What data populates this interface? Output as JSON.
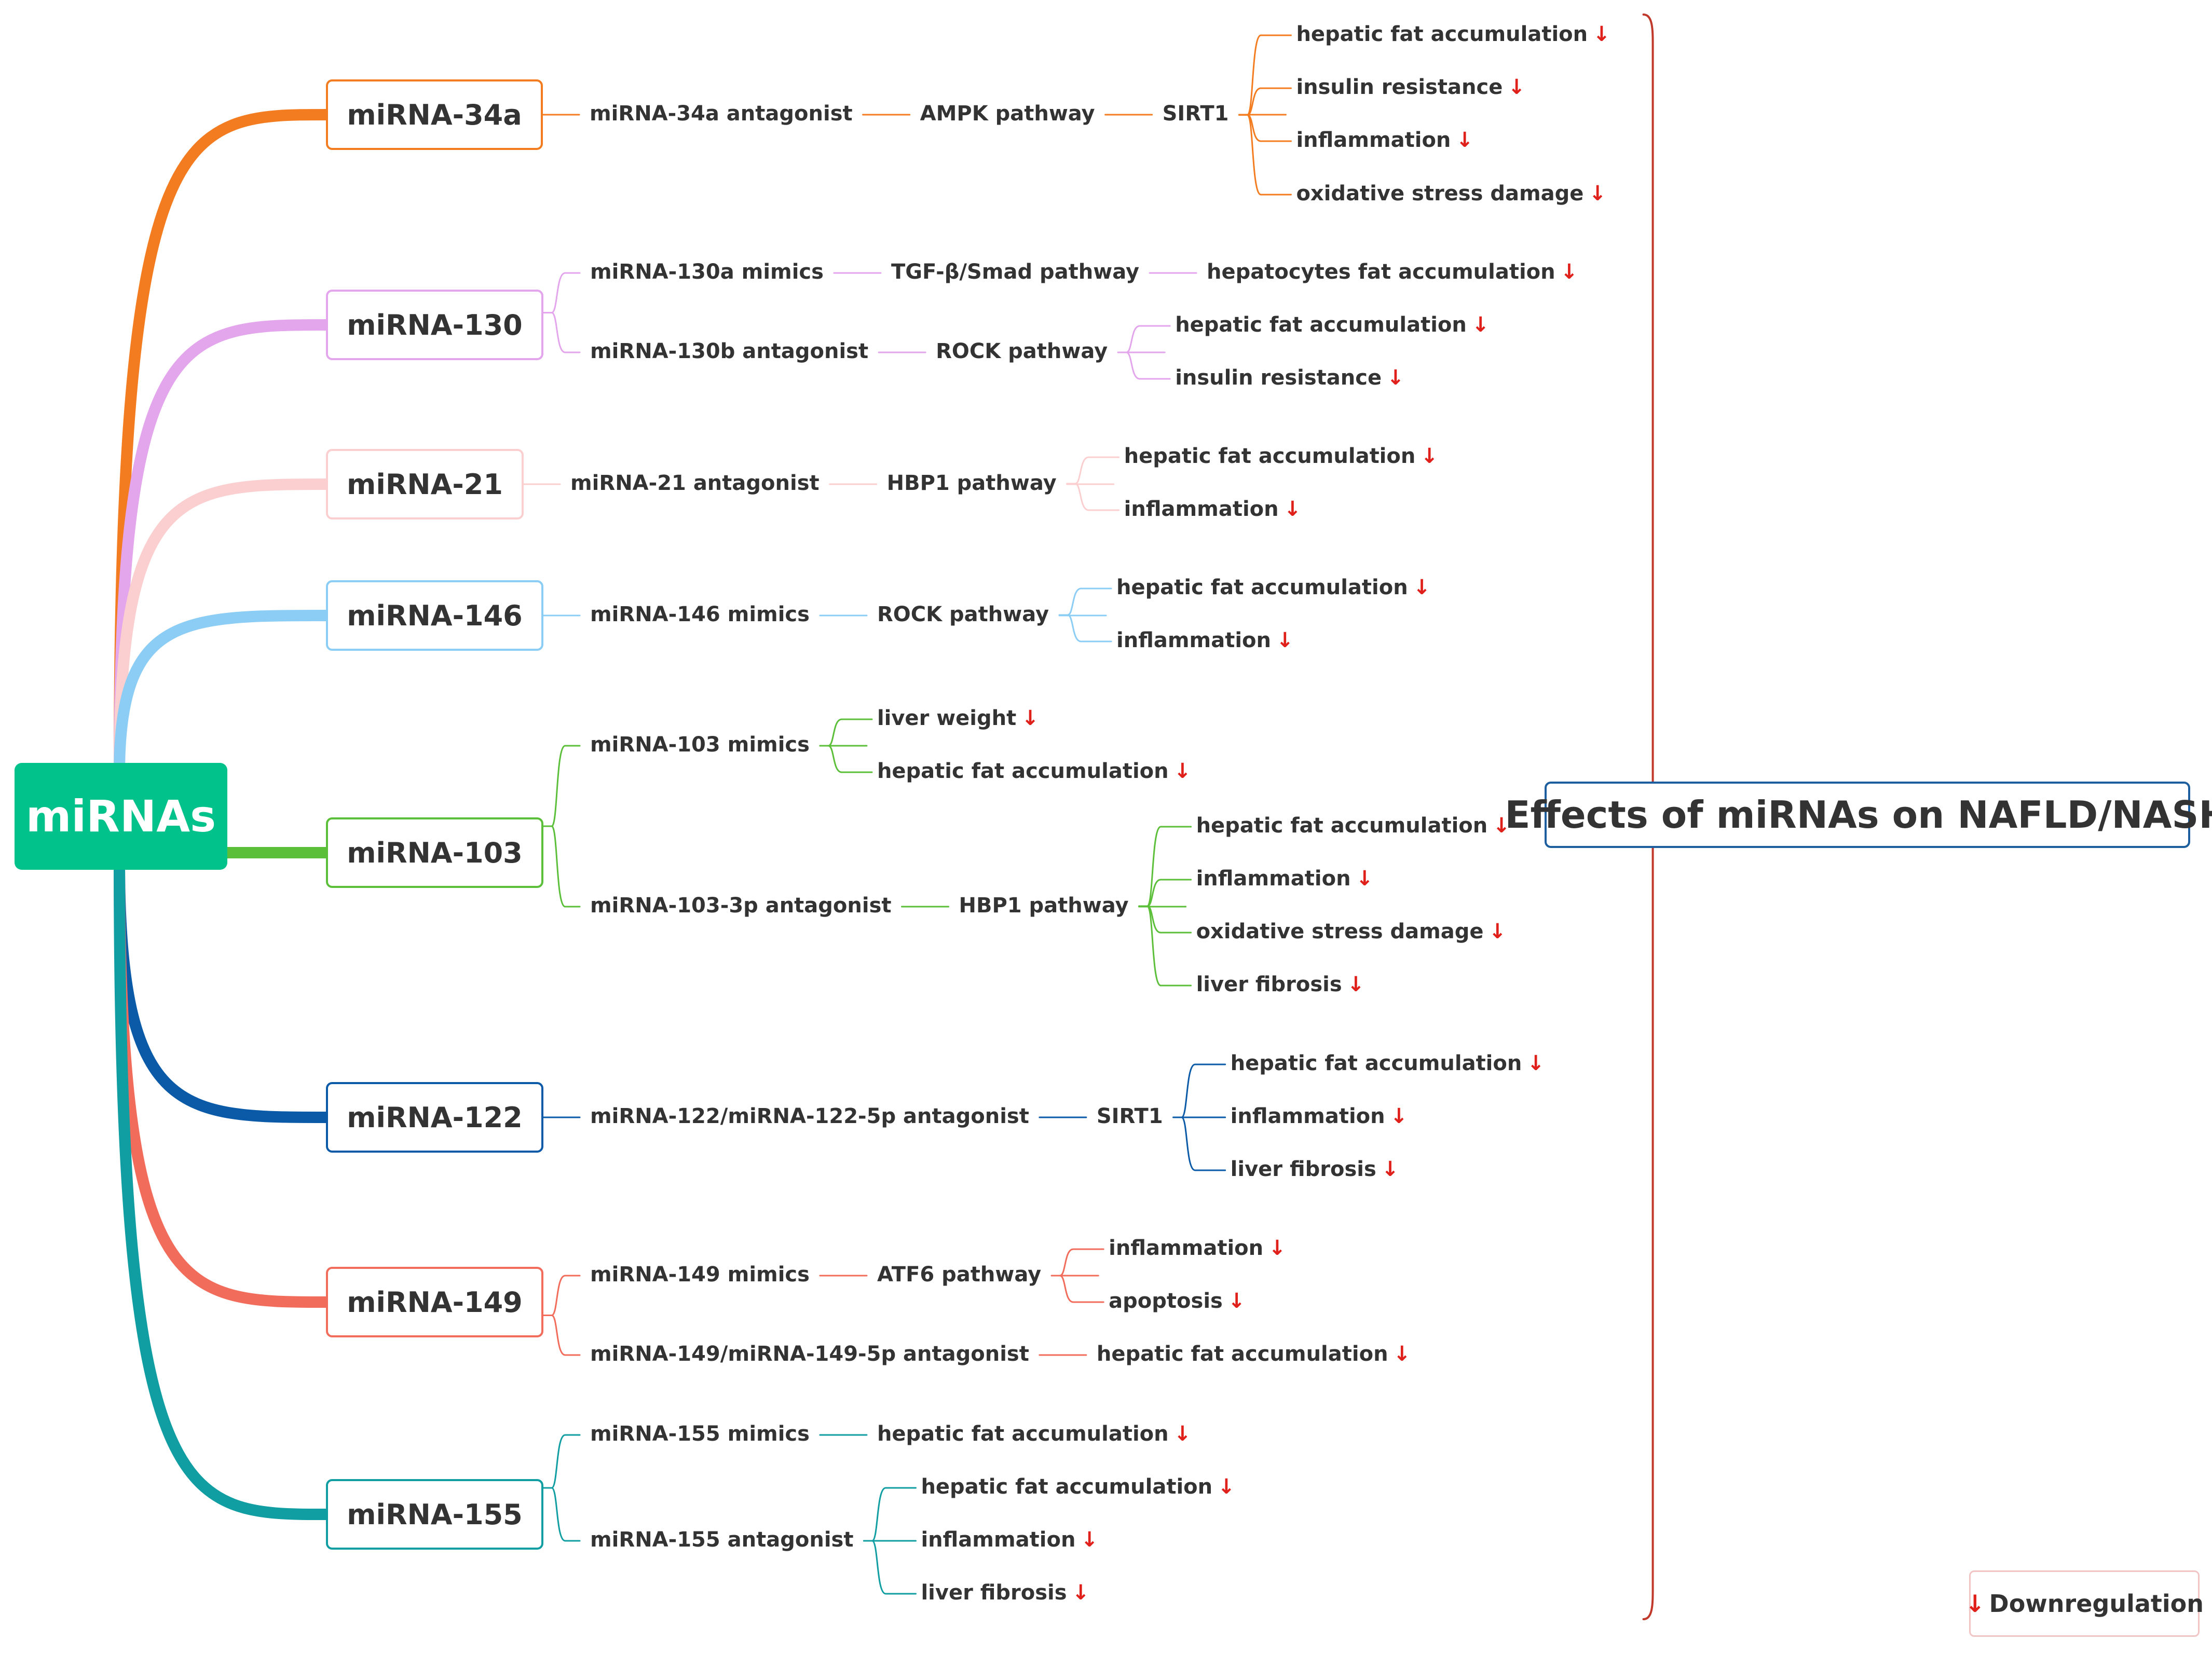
{
  "root": {
    "label": "miRNAs",
    "color": "#00c28a"
  },
  "summary_label": "Effects of miRNAs on NAFLD/NASH",
  "summary_bracket_color": "#c0392b",
  "legend": {
    "arrow": "↓",
    "label": "Downregulation",
    "arrow_color": "#e0201b"
  },
  "down_arrow": "↓",
  "branches": [
    {
      "id": "mirna-34a",
      "label": "miRNA-34a",
      "color": "#f47c20",
      "chains": [
        {
          "steps": [
            "miRNA-34a antagonist",
            "AMPK pathway",
            "SIRT1"
          ],
          "effects": [
            "hepatic fat accumulation",
            "insulin resistance",
            "inflammation",
            "oxidative stress damage"
          ]
        }
      ]
    },
    {
      "id": "mirna-130",
      "label": "miRNA-130",
      "color": "#e3a6ec",
      "chains": [
        {
          "steps": [
            "miRNA-130a mimics",
            "TGF-β/Smad pathway"
          ],
          "effects": [
            "hepatocytes fat accumulation"
          ]
        },
        {
          "steps": [
            "miRNA-130b antagonist",
            "ROCK pathway"
          ],
          "effects": [
            "hepatic fat accumulation",
            "insulin resistance"
          ]
        }
      ]
    },
    {
      "id": "mirna-21",
      "label": "miRNA-21",
      "color": "#fbcfcf",
      "chains": [
        {
          "steps": [
            "miRNA-21 antagonist",
            "HBP1 pathway"
          ],
          "effects": [
            "hepatic fat accumulation",
            "inflammation"
          ]
        }
      ]
    },
    {
      "id": "mirna-146",
      "label": "miRNA-146",
      "color": "#8ccdf5",
      "chains": [
        {
          "steps": [
            "miRNA-146 mimics",
            "ROCK pathway"
          ],
          "effects": [
            "hepatic fat accumulation",
            "inflammation"
          ]
        }
      ]
    },
    {
      "id": "mirna-103",
      "label": "miRNA-103",
      "color": "#5cbf3a",
      "chains": [
        {
          "steps": [
            "miRNA-103 mimics"
          ],
          "effects": [
            "liver weight",
            "hepatic fat accumulation"
          ]
        },
        {
          "steps": [
            "miRNA-103-3p antagonist",
            "HBP1 pathway"
          ],
          "effects": [
            "hepatic fat accumulation",
            "inflammation",
            "oxidative stress damage",
            "liver fibrosis"
          ]
        }
      ]
    },
    {
      "id": "mirna-122",
      "label": "miRNA-122",
      "color": "#0b5aa8",
      "chains": [
        {
          "steps": [
            "miRNA-122/miRNA-122-5p antagonist",
            "SIRT1"
          ],
          "effects": [
            "hepatic fat accumulation",
            "inflammation",
            "liver fibrosis"
          ]
        }
      ]
    },
    {
      "id": "mirna-149",
      "label": "miRNA-149",
      "color": "#f26c5b",
      "chains": [
        {
          "steps": [
            "miRNA-149 mimics",
            "ATF6 pathway"
          ],
          "effects": [
            "inflammation",
            "apoptosis"
          ]
        },
        {
          "steps": [
            "miRNA-149/miRNA-149-5p antagonist"
          ],
          "effects": [
            "hepatic fat accumulation"
          ]
        }
      ]
    },
    {
      "id": "mirna-155",
      "label": "miRNA-155",
      "color": "#119ea3",
      "chains": [
        {
          "steps": [
            "miRNA-155 mimics"
          ],
          "effects": [
            "hepatic fat accumulation"
          ]
        },
        {
          "steps": [
            "miRNA-155 antagonist"
          ],
          "effects": [
            "hepatic fat accumulation",
            "inflammation",
            "liver fibrosis"
          ]
        }
      ]
    }
  ]
}
